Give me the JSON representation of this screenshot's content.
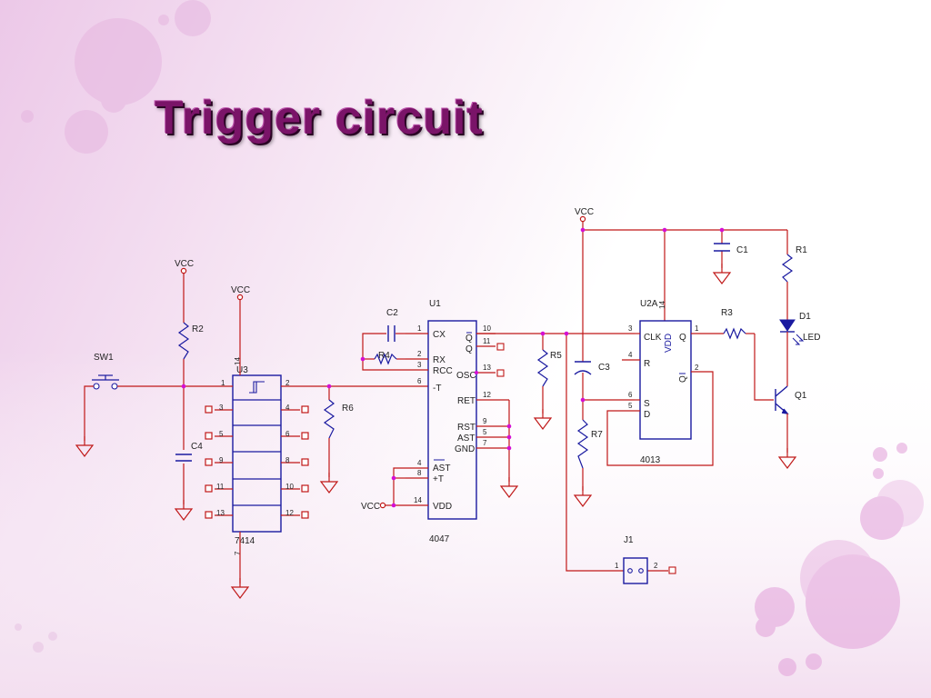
{
  "slide": {
    "title": "Trigger circuit",
    "colors": {
      "title": "#7a1468",
      "wire": "#c01818",
      "component": "#1a1aa0",
      "junction": "#d40fd4",
      "background_tint": "#efd3ec"
    }
  },
  "schematic": {
    "power_labels": {
      "vcc_1": "VCC",
      "vcc_2": "VCC",
      "vcc_3": "VCC",
      "vcc_4": "VCC"
    },
    "switch": {
      "ref": "SW1"
    },
    "resistors": {
      "r1": "R1",
      "r2": "R2",
      "r3": "R3",
      "r4": "R4",
      "r5": "R5",
      "r6": "R6",
      "r7": "R7"
    },
    "capacitors": {
      "c1": "C1",
      "c2": "C2",
      "c3": "C3",
      "c4": "C4"
    },
    "diode": {
      "ref": "D1",
      "value": "LED"
    },
    "transistor": {
      "ref": "Q1"
    },
    "connector": {
      "ref": "J1",
      "pin1": "1",
      "pin2": "2"
    },
    "ic_7414": {
      "ref": "U3",
      "part": "7414",
      "vcc_pin": "14",
      "gnd_pin": "7",
      "gate_in": [
        "1",
        "3",
        "5",
        "9",
        "11",
        "13"
      ],
      "gate_out": [
        "2",
        "4",
        "6",
        "8",
        "10",
        "12"
      ]
    },
    "ic_4047": {
      "ref": "U1",
      "part": "4047",
      "left_pins": [
        {
          "num": "1",
          "label": "CX"
        },
        {
          "num": "2",
          "label": "RX"
        },
        {
          "num": "3",
          "label": "RCC"
        },
        {
          "num": "6",
          "label": "-T"
        },
        {
          "num": "4",
          "label": "AST"
        },
        {
          "num": "8",
          "label": "+T"
        },
        {
          "num": "14",
          "label": "VDD"
        }
      ],
      "right_pins": [
        {
          "num": "10",
          "label": "Q"
        },
        {
          "num": "11",
          "label": "Q"
        },
        {
          "num": "13",
          "label": "OSC"
        },
        {
          "num": "12",
          "label": "RET"
        },
        {
          "num": "9",
          "label": "RST"
        },
        {
          "num": "5",
          "label": "AST"
        },
        {
          "num": "7",
          "label": "GND"
        }
      ]
    },
    "ic_4013": {
      "ref": "U2A",
      "part": "4013",
      "vdd": "VDD",
      "vdd_pin": "14",
      "left_pins": [
        {
          "num": "3",
          "label": "CLK"
        },
        {
          "num": "4",
          "label": "R"
        },
        {
          "num": "6",
          "label": "S"
        },
        {
          "num": "5",
          "label": "D"
        }
      ],
      "right_pins": [
        {
          "num": "1",
          "label": "Q"
        },
        {
          "num": "2",
          "label": "Q"
        }
      ]
    }
  }
}
